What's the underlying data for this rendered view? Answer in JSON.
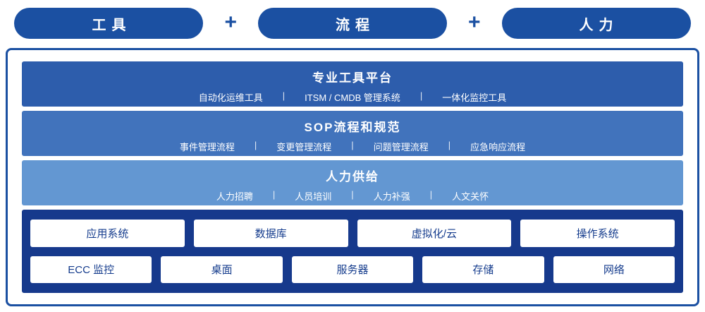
{
  "header": {
    "pills": [
      {
        "id": "tools",
        "label": "工具"
      },
      {
        "id": "process",
        "label": "流程"
      },
      {
        "id": "people",
        "label": "人力"
      }
    ],
    "plus_sign": "+"
  },
  "separator": "|",
  "layers": [
    {
      "id": "tool-platform",
      "title": "专业工具平台",
      "color": "#2d5dac",
      "items": [
        "自动化运维工具",
        "ITSM / CMDB 管理系统",
        "一体化监控工具"
      ]
    },
    {
      "id": "sop-process",
      "title": "SOP流程和规范",
      "color": "#4173bc",
      "items": [
        "事件管理流程",
        "变更管理流程",
        "问题管理流程",
        "应急响应流程"
      ]
    },
    {
      "id": "manpower-supply",
      "title": "人力供给",
      "color": "#6397d2",
      "items": [
        "人力招聘",
        "人员培训",
        "人力补强",
        "人文关怀"
      ]
    }
  ],
  "base": {
    "color": "#16398c",
    "rows": [
      [
        "应用系统",
        "数据库",
        "虚拟化/云",
        "操作系统"
      ],
      [
        "ECC 监控",
        "桌面",
        "服务器",
        "存储",
        "网络"
      ]
    ]
  },
  "colors": {
    "accent": "#1b50a2",
    "frame_border": "#1b50a2",
    "box_text": "#153c8d"
  }
}
